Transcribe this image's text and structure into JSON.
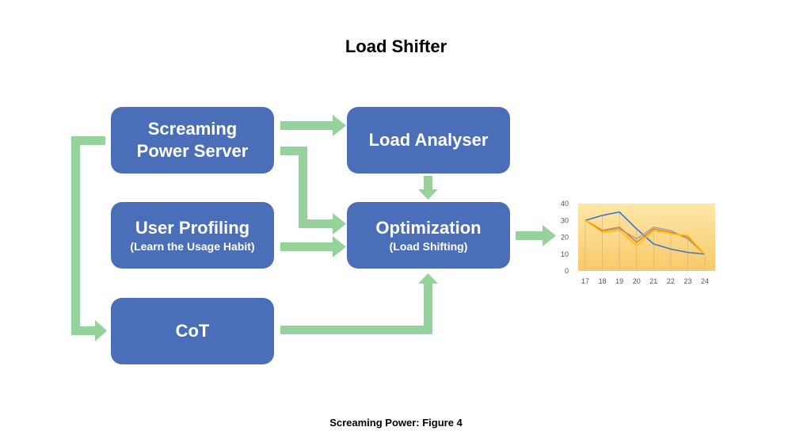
{
  "title": "Load Shifter",
  "caption": "Screaming Power: Figure 4",
  "colors": {
    "box": "#4a6fb8",
    "arrow": "#96d39c",
    "chart_bg": "#fbd98a"
  },
  "boxes": {
    "server": {
      "line1": "Screaming",
      "line2": "Power Server"
    },
    "analyser": {
      "label": "Load Analyser"
    },
    "profiling": {
      "label": "User Profiling",
      "sub": "(Learn the Usage Habit)"
    },
    "optimization": {
      "label": "Optimization",
      "sub": "(Load Shifting)"
    },
    "cot": {
      "label": "CoT"
    }
  },
  "chart_data": {
    "type": "line",
    "categories": [
      "17",
      "18",
      "19",
      "20",
      "21",
      "22",
      "23",
      "24"
    ],
    "ylim": [
      0,
      40
    ],
    "yticks": [
      "0",
      "10",
      "20",
      "30",
      "40"
    ],
    "series": [
      {
        "color": "#4472c4",
        "values": [
          30,
          33,
          35,
          25,
          16,
          13,
          11,
          10
        ]
      },
      {
        "color": "#a5a5a5",
        "values": [
          30,
          24,
          25,
          19,
          26,
          24,
          19,
          10
        ]
      },
      {
        "color": "#ed7d31",
        "values": [
          30,
          24,
          26,
          17,
          25,
          23,
          20,
          10
        ]
      },
      {
        "color": "#ffc000",
        "values": [
          30,
          23,
          24,
          15,
          24,
          22,
          21,
          10
        ]
      }
    ]
  }
}
